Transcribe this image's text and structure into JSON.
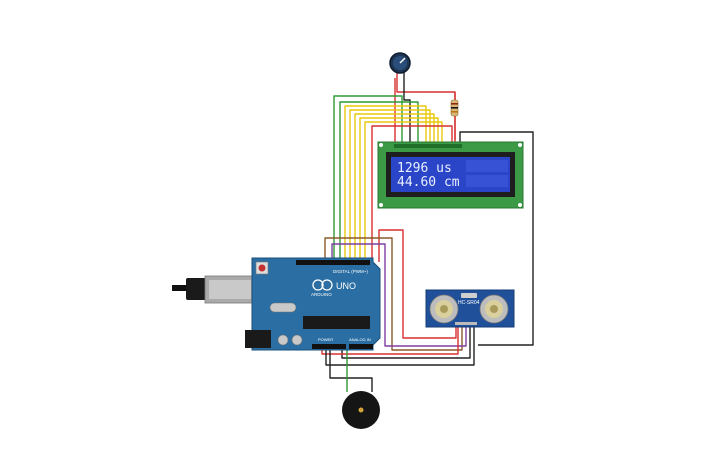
{
  "lcd": {
    "line1": "1296 us",
    "line2": "44.60 cm"
  },
  "arduino": {
    "logo_text": "ARDUINO",
    "model": "UNO",
    "digital_label": "DIGITAL (PWM~)",
    "power_label": "POWER",
    "analog_label": "ANALOG IN"
  },
  "sensor": {
    "model": "HC-SR04"
  },
  "colors": {
    "board": "#2a6ea3",
    "lcd_pcb": "#3c9a46",
    "lcd_screen": "#2a45c8",
    "wire_red": "#d63030",
    "wire_black": "#222222",
    "wire_yellow": "#e9c90c",
    "wire_green": "#2d9a35",
    "wire_brown": "#8a5a2c",
    "wire_purple": "#7d3fa4"
  }
}
